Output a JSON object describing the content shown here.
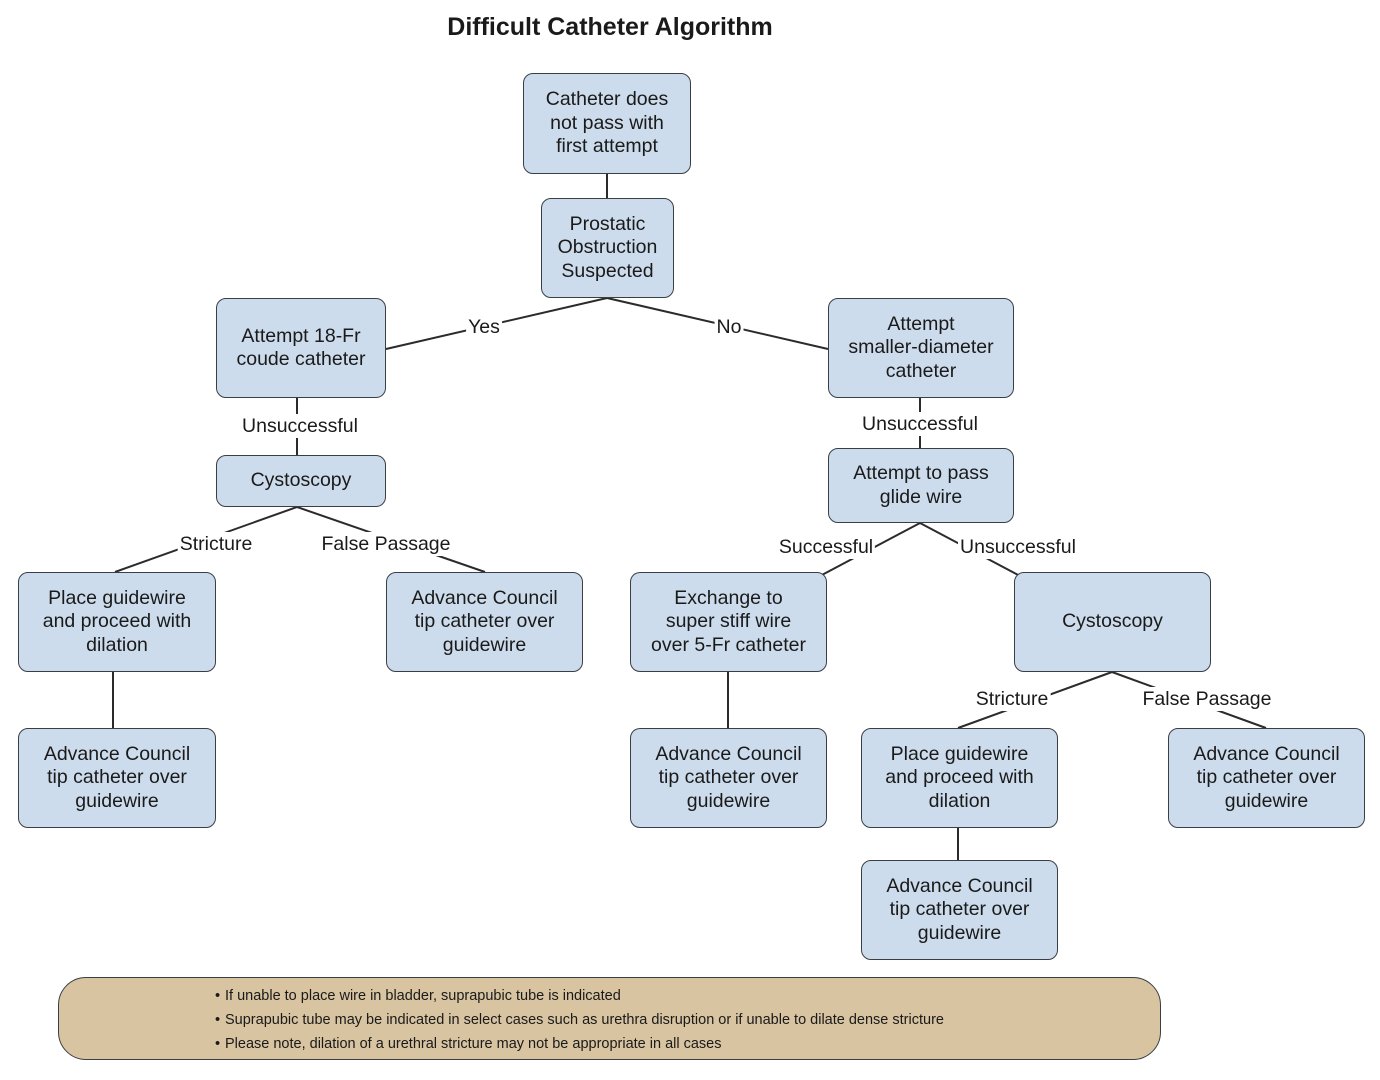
{
  "title": "Difficult Catheter Algorithm",
  "nodes": {
    "start": "Catheter does\nnot pass with\nfirst attempt",
    "prostatic": "Prostatic\nObstruction\nSuspected",
    "coude": "Attempt 18-Fr\ncoude catheter",
    "smaller": "Attempt\nsmaller-diameter\ncatheter",
    "cysto_left": "Cystoscopy",
    "glide": "Attempt to pass\nglide wire",
    "guidewire_left": "Place guidewire\nand proceed with\ndilation",
    "council_left_fp": "Advance Council\ntip catheter over\nguidewire",
    "council_left_dil": "Advance Council\ntip catheter over\nguidewire",
    "exchange": "Exchange to\nsuper stiff wire\nover 5-Fr catheter",
    "cysto_right": "Cystoscopy",
    "council_exchange": "Advance Council\ntip catheter over\nguidewire",
    "guidewire_right": "Place guidewire\nand proceed with\ndilation",
    "council_right_fp": "Advance Council\ntip catheter over\nguidewire",
    "council_right_dil": "Advance Council\ntip catheter over\nguidewire"
  },
  "edge_labels": {
    "yes": "Yes",
    "no": "No",
    "unsuccessful_left": "Unsuccessful",
    "unsuccessful_right": "Unsuccessful",
    "stricture_left": "Stricture",
    "false_passage_left": "False Passage",
    "successful": "Successful",
    "unsuccessful_glide": "Unsuccessful",
    "stricture_right": "Stricture",
    "false_passage_right": "False Passage"
  },
  "notes": [
    "If unable to place wire in bladder, suprapubic tube is indicated",
    "Suprapubic tube may be indicated in select cases such as urethra disruption or if unable to dilate dense stricture",
    "Please note, dilation of a urethral stricture may not be appropriate in all cases"
  ],
  "colors": {
    "node_fill": "#cddcec",
    "note_fill": "#d8c4a0",
    "stroke": "#3a3f45"
  }
}
